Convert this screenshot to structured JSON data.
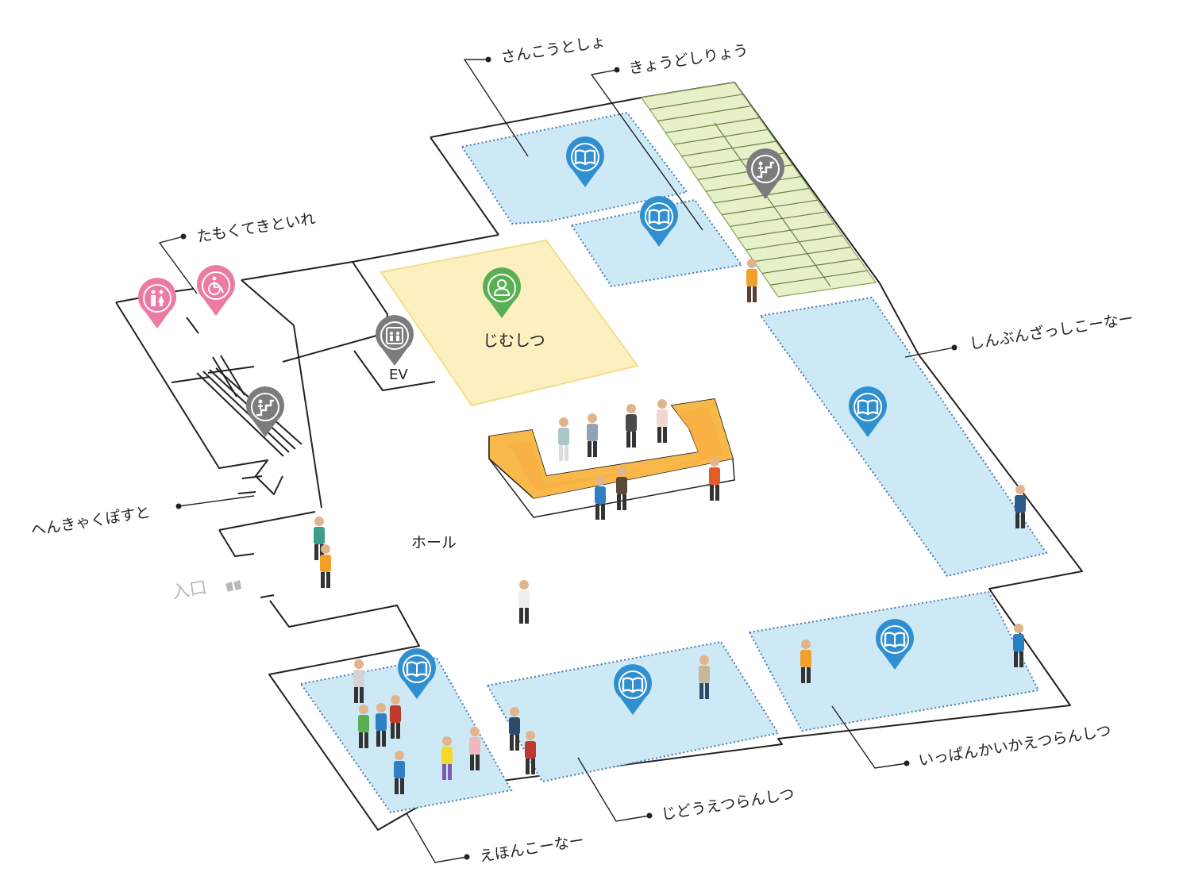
{
  "labels": {
    "reference": "さんこうとしょ",
    "local_history": "きょうどしりょう",
    "multipurpose_toilet": "たもくてきといれ",
    "office": "じむしつ",
    "elevator": "EV",
    "newspaper": "しんぶんざっしこーなー",
    "return_post": "へんきゃくぽすと",
    "hall": "ホール",
    "entrance": "入口",
    "general_reading": "いっぱんかいかえつらんしつ",
    "children_reading": "じどうえつらんしつ",
    "picture_books": "えほんこーなー"
  },
  "icons": {
    "book": "book-icon",
    "office": "staff-icon",
    "elevator": "elevator-icon",
    "stairs": "stairs-icon",
    "toilet": "toilet-icon",
    "accessible": "wheelchair-icon"
  },
  "colors": {
    "reading_room": "#cde9f6",
    "room_border": "#4a78b5",
    "office": "#fdf0c0",
    "stairs": "#e6f0c9",
    "counter": "#f9b94a",
    "pin_blue": "#2f8fd0",
    "pin_green": "#5aaf55",
    "pin_gray": "#7c7c7c",
    "pin_pink": "#ec7aa3"
  }
}
